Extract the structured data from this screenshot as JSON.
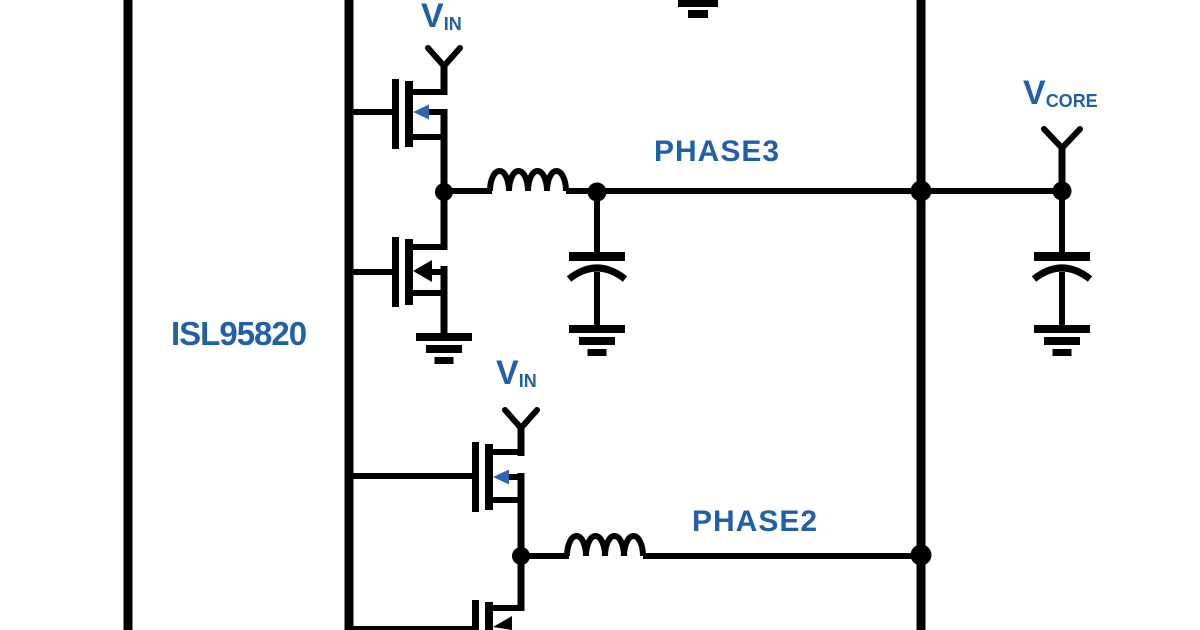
{
  "diagram": {
    "type": "power-regulator-schematic",
    "chip": {
      "name": "ISL95820"
    },
    "nets": {
      "phase3": "PHASE3",
      "phase2": "PHASE2"
    },
    "supplies": {
      "vin_phase3": {
        "base": "V",
        "sub": "IN"
      },
      "vin_phase2": {
        "base": "V",
        "sub": "IN"
      },
      "vcore": {
        "base": "V",
        "sub": "CORE"
      }
    },
    "colors": {
      "wire": "#000000",
      "label_blue": "#2160a8",
      "body_arrow_blue": "#2e64b4",
      "background": "#ffffff"
    }
  }
}
